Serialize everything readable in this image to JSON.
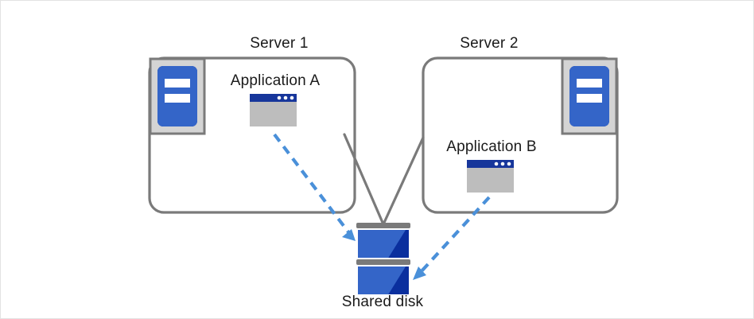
{
  "diagram": {
    "type": "shared-disk-cluster",
    "background": "#ffffff",
    "border_color": "#e3e3e3",
    "colors": {
      "box_outline": "#7a7a7a",
      "connector_line": "#7a7a7a",
      "arrow_blue": "#4a90d9",
      "icon_blue_light": "#3465c8",
      "icon_blue_dark": "#0a2f9e",
      "window_titlebar": "#17369b",
      "window_body": "#bdbdbd",
      "icon_plate_fill": "#d4d4d4",
      "icon_plate_stroke": "#7a7a7a",
      "disk_bar": "#7a7a7a",
      "text": "#1a1a1a"
    },
    "nodes": [
      {
        "id": "server1",
        "label": "Server 1",
        "icon": "server-icon",
        "contains": "application-a"
      },
      {
        "id": "server2",
        "label": "Server 2",
        "icon": "server-icon",
        "contains": "application-b"
      },
      {
        "id": "shared-disk",
        "label": "Shared disk",
        "icon": "disk-stack-icon"
      }
    ],
    "applications": [
      {
        "id": "application-a",
        "label": "Application A",
        "icon": "app-window-icon",
        "parent": "server1"
      },
      {
        "id": "application-b",
        "label": "Application B",
        "icon": "app-window-icon",
        "parent": "server2"
      }
    ],
    "connections": [
      {
        "from": "server1",
        "to": "shared-disk",
        "style": "solid",
        "color": "#7a7a7a",
        "arrow": false
      },
      {
        "from": "server2",
        "to": "shared-disk",
        "style": "solid",
        "color": "#7a7a7a",
        "arrow": false
      },
      {
        "from": "application-a",
        "to": "shared-disk",
        "style": "dashed",
        "color": "#4a90d9",
        "arrow": true
      },
      {
        "from": "application-b",
        "to": "shared-disk",
        "style": "dashed",
        "color": "#4a90d9",
        "arrow": true
      }
    ],
    "labels": {
      "server1": "Server 1",
      "server2": "Server 2",
      "application_a": "Application A",
      "application_b": "Application B",
      "shared_disk": "Shared disk"
    }
  }
}
